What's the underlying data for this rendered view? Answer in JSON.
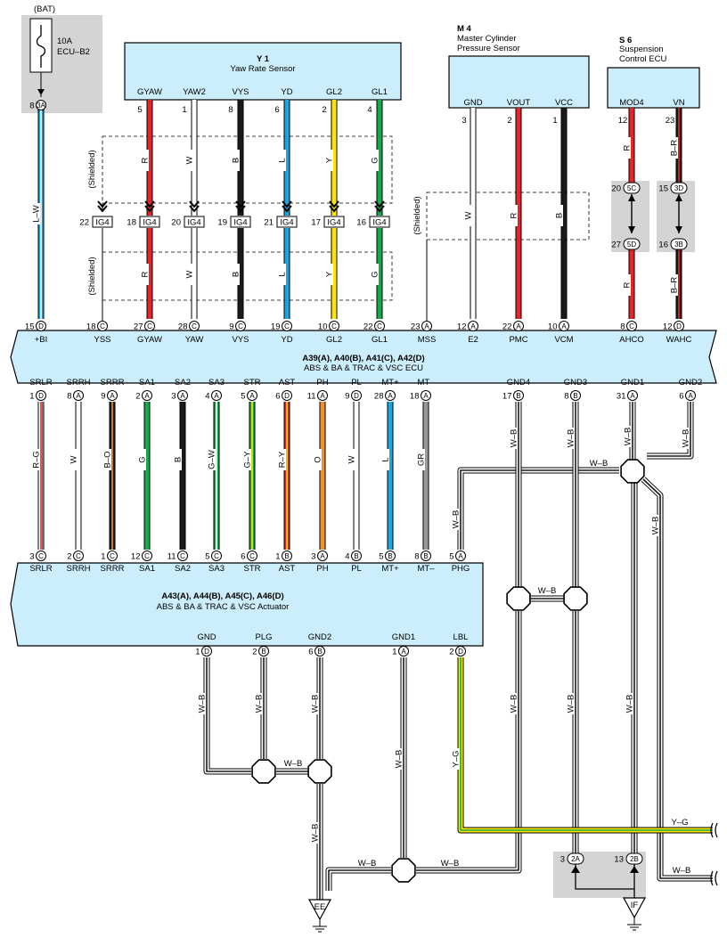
{
  "battery": {
    "label": "(BAT)",
    "fuse_rating": "10A",
    "fuse_name": "ECU–B2",
    "pin": "8",
    "connector": "3A"
  },
  "yaw_sensor": {
    "code": "Y 1",
    "name": "Yaw Rate Sensor",
    "terminals": [
      {
        "name": "GYAW",
        "pin": "5",
        "wire": "R",
        "color": "#e5242c",
        "ig4_pin": "18",
        "ecu_pin": "27",
        "ecu_conn": "C",
        "ecu_term": "GYAW"
      },
      {
        "name": "YAW2",
        "pin": "1",
        "wire": "W",
        "color": "#ffffff",
        "ig4_pin": "20",
        "ecu_pin": "28",
        "ecu_conn": "C",
        "ecu_term": "YAW"
      },
      {
        "name": "VYS",
        "pin": "8",
        "wire": "B",
        "color": "#1a1a1a",
        "ig4_pin": "19",
        "ecu_pin": "9",
        "ecu_conn": "C",
        "ecu_term": "VYS"
      },
      {
        "name": "YD",
        "pin": "6",
        "wire": "L",
        "color": "#1aa6e0",
        "ig4_pin": "21",
        "ecu_pin": "19",
        "ecu_conn": "C",
        "ecu_term": "YD"
      },
      {
        "name": "GL2",
        "pin": "2",
        "wire": "Y",
        "color": "#ffe600",
        "ig4_pin": "17",
        "ecu_pin": "10",
        "ecu_conn": "C",
        "ecu_term": "GL2"
      },
      {
        "name": "GL1",
        "pin": "4",
        "wire": "G",
        "color": "#16a84a",
        "ig4_pin": "16",
        "ecu_pin": "22",
        "ecu_conn": "C",
        "ecu_term": "GL1"
      }
    ],
    "shield_pin": "22",
    "shield_ecu_pin": "18",
    "shield_ecu_conn": "C",
    "shield_ecu_term": "YSS"
  },
  "ig4_label": "IG4",
  "shielded_label": "(Shielded)",
  "master_cyl": {
    "code": "M 4",
    "name_line1": "Master Cylinder",
    "name_line2": "Pressure Sensor",
    "terminals": [
      {
        "name": "GND",
        "pin": "3",
        "wire": "W",
        "color": "#ffffff",
        "ecu_pin": "12",
        "ecu_conn": "A",
        "ecu_term": "E2"
      },
      {
        "name": "VOUT",
        "pin": "2",
        "wire": "R",
        "color": "#e5242c",
        "ecu_pin": "22",
        "ecu_conn": "A",
        "ecu_term": "PMC"
      },
      {
        "name": "VCC",
        "pin": "1",
        "wire": "B",
        "color": "#1a1a1a",
        "ecu_pin": "10",
        "ecu_conn": "A",
        "ecu_term": "VCM"
      }
    ],
    "shield_ecu_pin": "23",
    "shield_ecu_conn": "A",
    "shield_ecu_term": "MSS"
  },
  "suspension": {
    "code": "S 6",
    "name_line1": "Suspension",
    "name_line2": "Control ECU",
    "terminals": [
      {
        "name": "MOD4",
        "pin": "12",
        "wire": "R",
        "color": "#e5242c",
        "j1_pin": "20",
        "j1": "5C",
        "j2_pin": "27",
        "j2": "5D",
        "ecu_pin": "8",
        "ecu_conn": "C",
        "ecu_term": "AHCO"
      },
      {
        "name": "VN",
        "pin": "23",
        "wire": "B–R",
        "color": "#1a1a1a",
        "stripe": "#e5242c",
        "j1_pin": "15",
        "j1": "3D",
        "j2_pin": "16",
        "j2": "3B",
        "ecu_pin": "12",
        "ecu_conn": "D",
        "ecu_term": "WAHC"
      }
    ]
  },
  "ecu": {
    "title": "A39(A), A40(B), A41(C), A42(D)",
    "subtitle": "ABS & BA & TRAC & VSC ECU",
    "bi_pin": "15",
    "bi_conn": "D",
    "bi_term": "+BI",
    "bi_wire": "L–W"
  },
  "ecu_bottom": [
    {
      "term": "SRLR",
      "pin": "1",
      "conn": "D",
      "wire": "R–G",
      "color": "#ffffff",
      "stripe": "#e5242c",
      "stripe2": "#16a84a",
      "act_pin": "3",
      "act_conn": "C",
      "act_term": "SRLR"
    },
    {
      "term": "SRRH",
      "pin": "8",
      "conn": "A",
      "wire": "W",
      "color": "#ffffff",
      "act_pin": "2",
      "act_conn": "C",
      "act_term": "SRRH"
    },
    {
      "term": "SRRR",
      "pin": "9",
      "conn": "A",
      "wire": "B–O",
      "color": "#1a1a1a",
      "stripe": "#f0922b",
      "act_pin": "1",
      "act_conn": "C",
      "act_term": "SRRR"
    },
    {
      "term": "SA1",
      "pin": "2",
      "conn": "A",
      "wire": "G",
      "color": "#16a84a",
      "act_pin": "12",
      "act_conn": "C",
      "act_term": "SA1"
    },
    {
      "term": "SA2",
      "pin": "3",
      "conn": "A",
      "wire": "B",
      "color": "#1a1a1a",
      "act_pin": "11",
      "act_conn": "C",
      "act_term": "SA2"
    },
    {
      "term": "SA3",
      "pin": "4",
      "conn": "A",
      "wire": "G–W",
      "color": "#16a84a",
      "stripe": "#ffffff",
      "act_pin": "5",
      "act_conn": "C",
      "act_term": "SA3"
    },
    {
      "term": "STR",
      "pin": "5",
      "conn": "A",
      "wire": "G–Y",
      "color": "#16a84a",
      "stripe": "#ffe600",
      "act_pin": "6",
      "act_conn": "C",
      "act_term": "STR"
    },
    {
      "term": "AST",
      "pin": "6",
      "conn": "D",
      "wire": "R–Y",
      "color": "#e5242c",
      "stripe": "#ffe600",
      "act_pin": "1",
      "act_conn": "B",
      "act_term": "AST"
    },
    {
      "term": "PH",
      "pin": "11",
      "conn": "A",
      "wire": "O",
      "color": "#f0922b",
      "act_pin": "3",
      "act_conn": "A",
      "act_term": "PH"
    },
    {
      "term": "PL",
      "pin": "9",
      "conn": "D",
      "wire": "W",
      "color": "#ffffff",
      "act_pin": "4",
      "act_conn": "B",
      "act_term": "PL"
    },
    {
      "term": "MT+",
      "pin": "28",
      "conn": "A",
      "wire": "L",
      "color": "#1aa6e0",
      "act_pin": "5",
      "act_conn": "B",
      "act_term": "MT+"
    },
    {
      "term": "MT–",
      "pin": "18",
      "conn": "A",
      "wire": "GR",
      "color": "#9a9a9a",
      "act_pin": "8",
      "act_conn": "B",
      "act_term": "MT–"
    }
  ],
  "ecu_grounds": [
    {
      "term": "GND4",
      "pin": "17",
      "conn": "B",
      "wire": "W–B"
    },
    {
      "term": "GND3",
      "pin": "8",
      "conn": "B",
      "wire": "W–B"
    },
    {
      "term": "GND1",
      "pin": "31",
      "conn": "A",
      "wire": "W–B"
    },
    {
      "term": "GND2",
      "pin": "6",
      "conn": "A",
      "wire": "W–B"
    }
  ],
  "phg": {
    "term": "PHG",
    "pin": "5",
    "conn": "A",
    "wire": "W–B"
  },
  "actuator": {
    "title": "A43(A), A44(B), A45(C), A46(D)",
    "subtitle": "ABS & BA & TRAC & VSC Actuator",
    "bottom": [
      {
        "term": "GND",
        "pin": "1",
        "conn": "D",
        "wire": "W–B"
      },
      {
        "term": "PLG",
        "pin": "2",
        "conn": "B",
        "wire": "W–B"
      },
      {
        "term": "GND2",
        "pin": "6",
        "conn": "B",
        "wire": "W–B"
      },
      {
        "term": "GND1",
        "pin": "1",
        "conn": "A",
        "wire": "W–B"
      },
      {
        "term": "LBL",
        "pin": "2",
        "conn": "D",
        "wire": "Y–G"
      }
    ]
  },
  "ground_EE": "EE",
  "ground_IF": "IF",
  "if_pins": [
    {
      "pin": "3",
      "conn": "2A"
    },
    {
      "pin": "13",
      "conn": "2B"
    }
  ],
  "out_labels": {
    "yg": "Y–G",
    "wb": "W–B"
  },
  "junction_wire": "W–B"
}
